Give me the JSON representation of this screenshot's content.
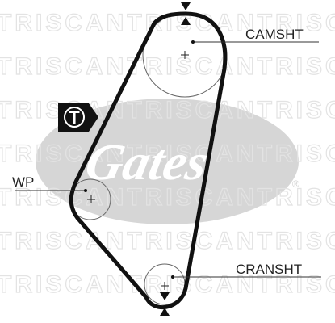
{
  "labels": {
    "camshaft": "CAMSHT",
    "water_pump": "WP",
    "crankshaft": "CRANSHT",
    "tensioner": "T"
  },
  "watermark": {
    "text": "TRISCANTRISCANTRISCANTRISCAN",
    "logo": "Gates",
    "registered": "®"
  },
  "colors": {
    "belt": "#111111",
    "pulley": "#666666",
    "watermark_ellipse": "#d6d6d6",
    "label_text": "#222222"
  },
  "icons": {
    "tensioner": "tensioner-badge-icon",
    "timing_mark": "timing-mark-arrow-icon",
    "center": "center-cross-icon"
  }
}
